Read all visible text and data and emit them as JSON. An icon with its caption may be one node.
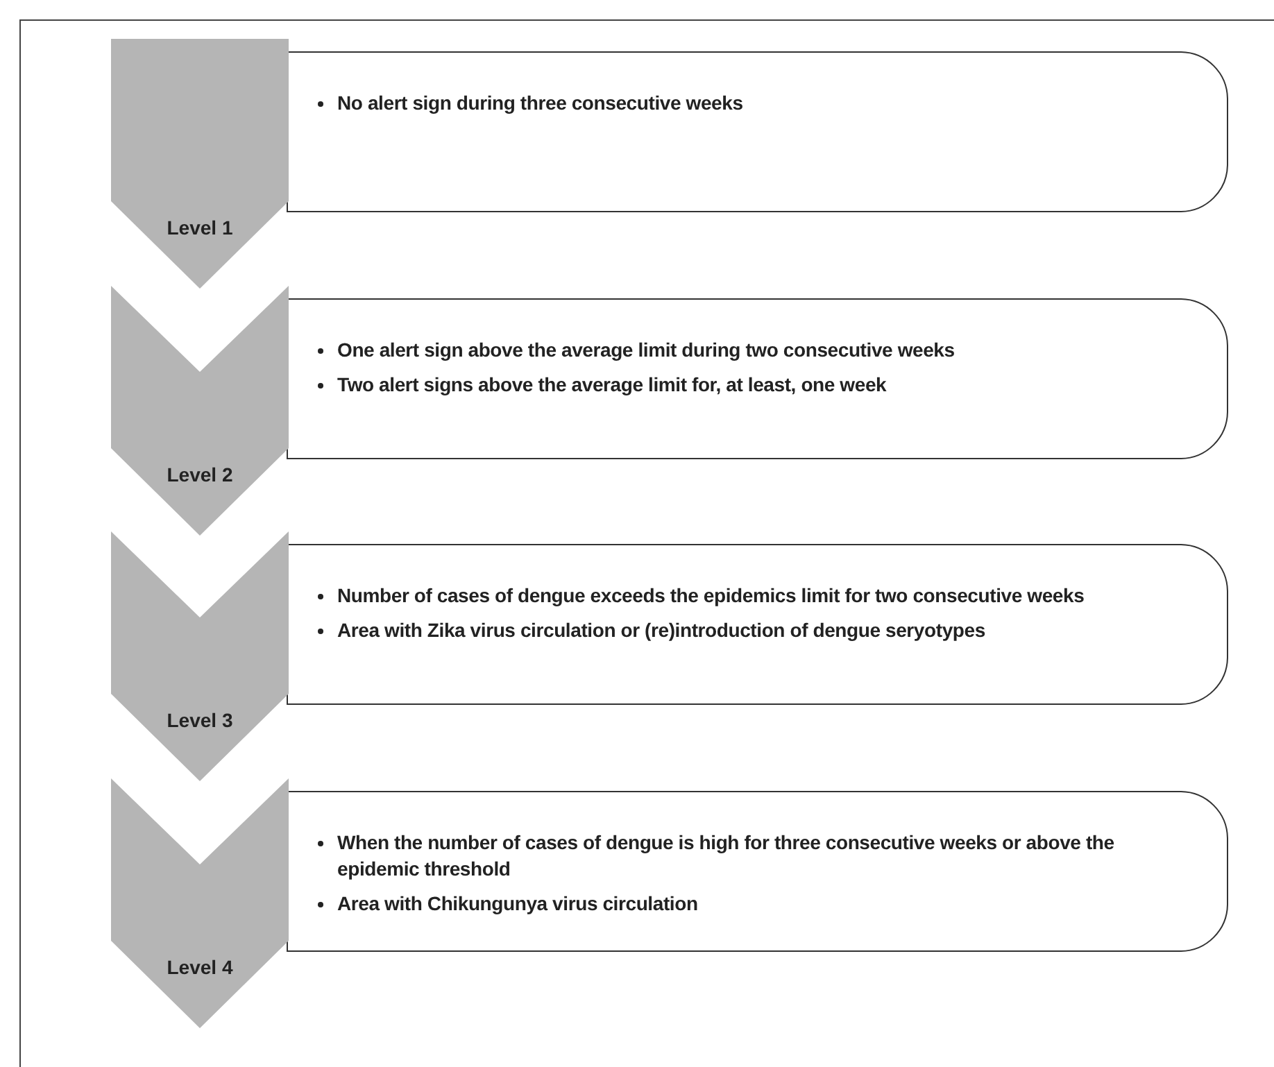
{
  "diagram": {
    "nodes": [
      {
        "text": [
          "Level 1"
        ]
      },
      {
        "text": [
          "No alert sign during three consecutive weeks"
        ]
      },
      {
        "text": [
          "Level 2"
        ]
      },
      {
        "text": [
          "One alert sign above the average limit during two consecutive weeks",
          "Two alert signs above the average limit for, at least, one week"
        ]
      },
      {
        "text": [
          "Level 3"
        ]
      },
      {
        "text": [
          "Number of cases of dengue exceeds the epidemics limit for two consecutive weeks",
          "Area with Zika virus circulation or (re)introduction of dengue seryotypes"
        ]
      },
      {
        "text": [
          "Level 4"
        ]
      },
      {
        "text": [
          "When the number of cases of dengue is high for three consecutive weeks or above the epidemic threshold",
          "Area with Chikungunya virus circulation"
        ]
      }
    ]
  }
}
